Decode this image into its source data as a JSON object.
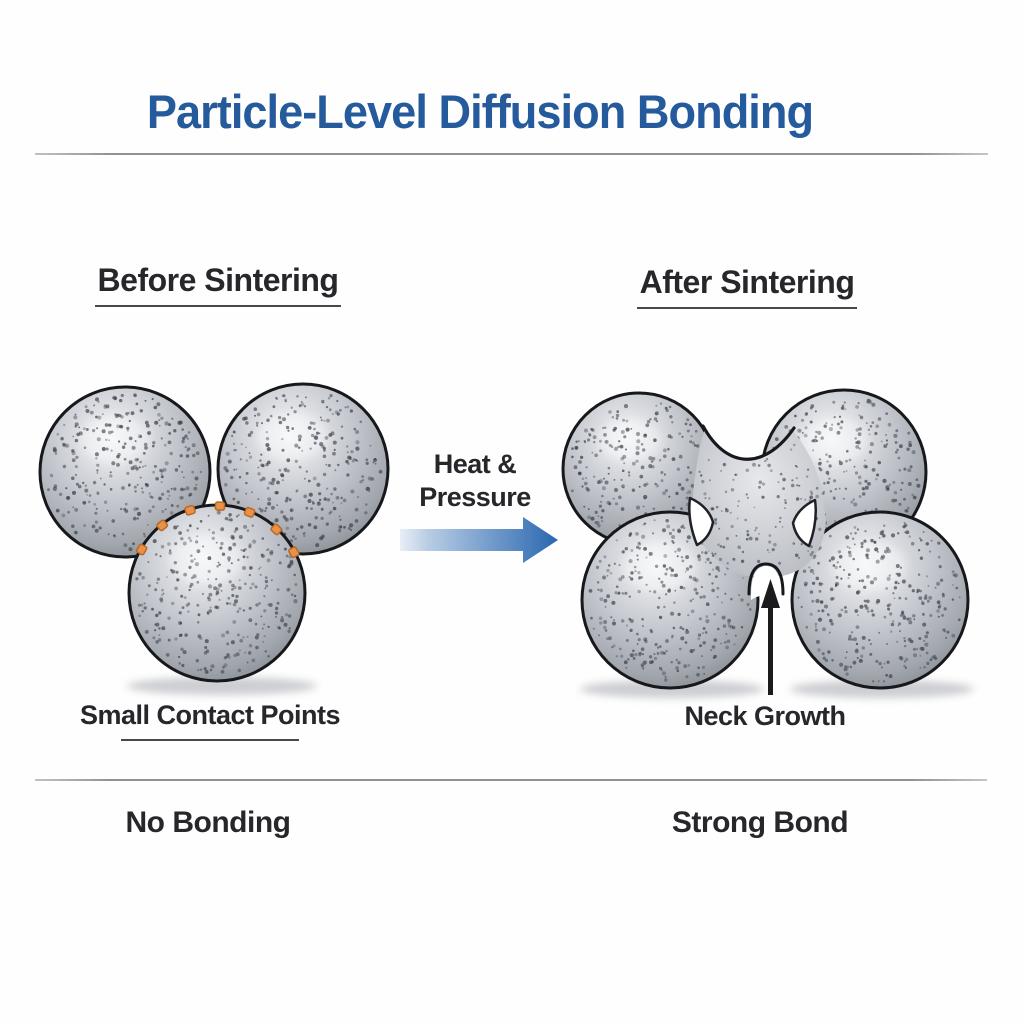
{
  "title": "Particle-Level Diffusion Bonding",
  "before": {
    "heading": "Before Sintering",
    "contact_label": "Small Contact Points",
    "bottom_label": "No Bonding"
  },
  "after": {
    "heading": "After Sintering",
    "neck_label": "Neck Growth",
    "bottom_label": "Strong Bond"
  },
  "process": {
    "line1": "Heat &",
    "line2": "Pressure"
  },
  "colors": {
    "title-blue": "#255b9c",
    "text-dark": "#26262b",
    "divider-gray": "#919195",
    "arrow-blue": "#2a67b0",
    "arrow-blue-light": "#dbe6f2",
    "contact-orange": "#e8914d",
    "contact-orange-dark": "#b96a22",
    "particle-gray": "#b9bcc2",
    "speckle-gray": "#3c4049",
    "outline-dark": "#17181b",
    "neck-arrow-black": "#1b1b1e"
  }
}
